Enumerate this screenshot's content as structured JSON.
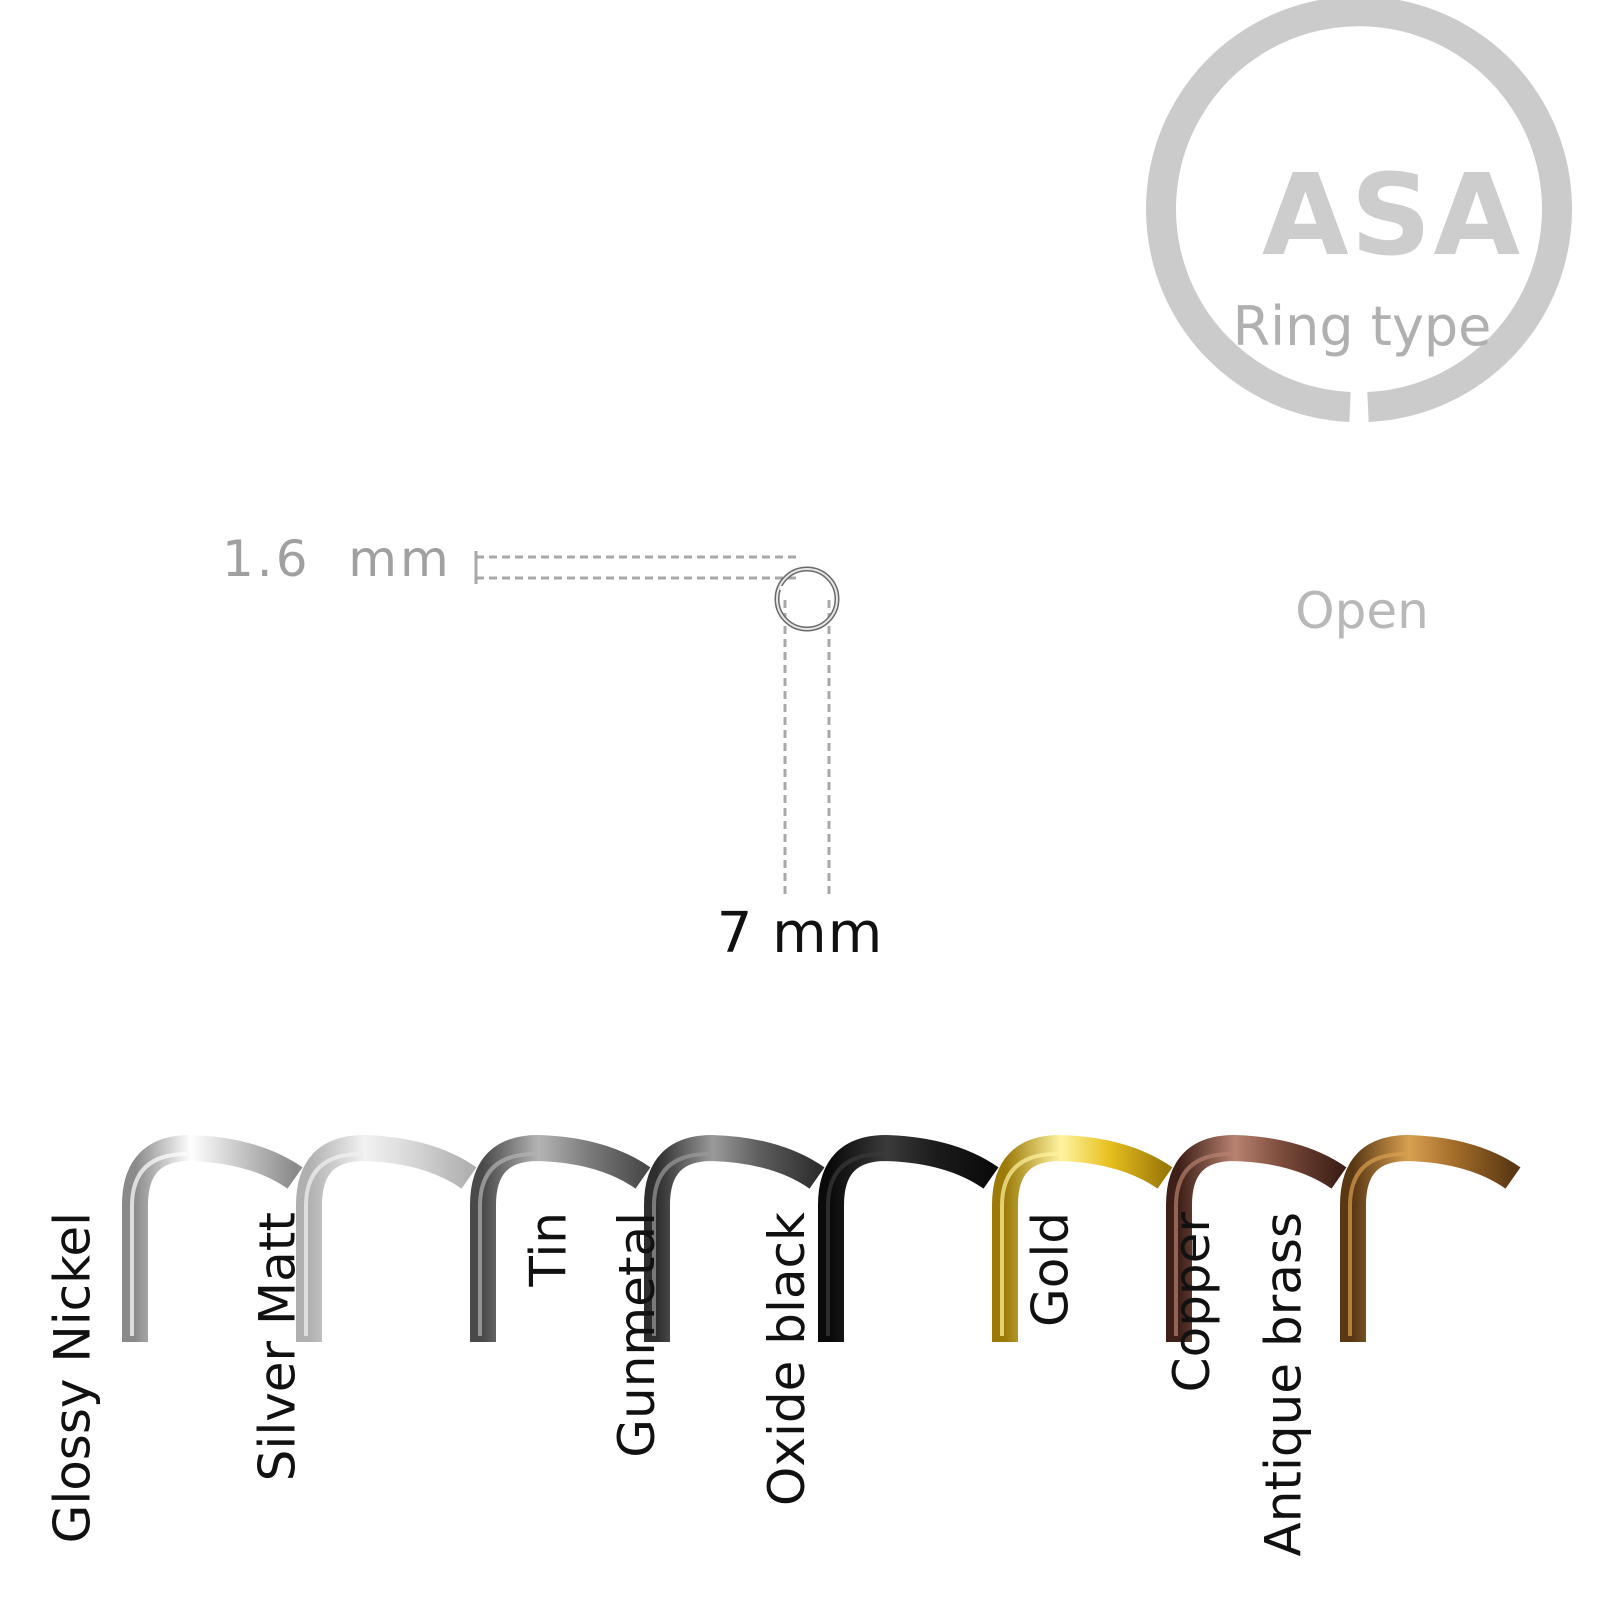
{
  "product": {
    "brand": "ASA",
    "ring_type_label": "Ring type",
    "ring_type_value": "Open"
  },
  "dimensions": {
    "thickness": "1.6  mm",
    "diameter": "7 mm"
  },
  "finishes": [
    {
      "label": "Glossy Nickel",
      "color_light": "#ffffff",
      "color_mid": "#c8c8c8",
      "color_dark": "#8a8a8a"
    },
    {
      "label": "Silver Matt",
      "color_light": "#f2f2f2",
      "color_mid": "#d6d6d6",
      "color_dark": "#b0b0b0"
    },
    {
      "label": "Tin",
      "color_light": "#b4b4b4",
      "color_mid": "#7d7d7d",
      "color_dark": "#4a4a4a"
    },
    {
      "label": "Gunmetal",
      "color_light": "#9a9a9a",
      "color_mid": "#5c5c5c",
      "color_dark": "#2e2e2e"
    },
    {
      "label": "Oxide black",
      "color_light": "#3a3a3a",
      "color_mid": "#1c1c1c",
      "color_dark": "#0a0a0a"
    },
    {
      "label": "Gold",
      "color_light": "#fff4a0",
      "color_mid": "#e8c020",
      "color_dark": "#9c7a08"
    },
    {
      "label": "Copper",
      "color_light": "#b88270",
      "color_mid": "#7a4a3a",
      "color_dark": "#3e2018"
    },
    {
      "label": "Antique brass",
      "color_light": "#d8a050",
      "color_mid": "#a06a28",
      "color_dark": "#5a3814"
    }
  ],
  "colors": {
    "ring_gray": "#cbcbcb",
    "dim_line": "#a8a8a8"
  }
}
